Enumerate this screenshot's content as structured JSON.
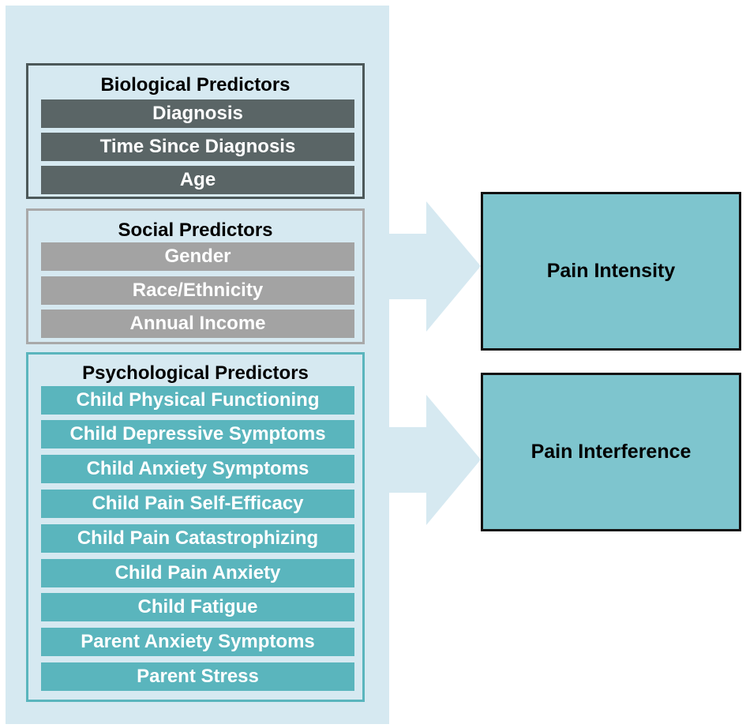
{
  "colors": {
    "panel_background": "#d6e9f1",
    "arrow": "#d6e9f1",
    "biological_bar": "#5a6566",
    "biological_border": "#4c5859",
    "social_bar": "#a3a3a3",
    "social_border": "#a9a9a9",
    "psychological_bar": "#5ab5bd",
    "psychological_border": "#5ab5bd",
    "outcome_fill": "#7ec5ce",
    "outcome_border": "#111111"
  },
  "groups": {
    "biological": {
      "title": "Biological Predictors",
      "items": [
        "Diagnosis",
        "Time Since Diagnosis",
        "Age"
      ]
    },
    "social": {
      "title": "Social Predictors",
      "items": [
        "Gender",
        "Race/Ethnicity",
        "Annual Income"
      ]
    },
    "psychological": {
      "title": "Psychological Predictors",
      "items": [
        "Child Physical Functioning",
        "Child Depressive Symptoms",
        "Child Anxiety Symptoms",
        "Child Pain Self-Efficacy",
        "Child Pain Catastrophizing",
        "Child Pain Anxiety",
        "Child Fatigue",
        "Parent Anxiety Symptoms",
        "Parent Stress"
      ]
    }
  },
  "outcomes": {
    "pain_intensity": "Pain Intensity",
    "pain_interference": "Pain Interference"
  }
}
